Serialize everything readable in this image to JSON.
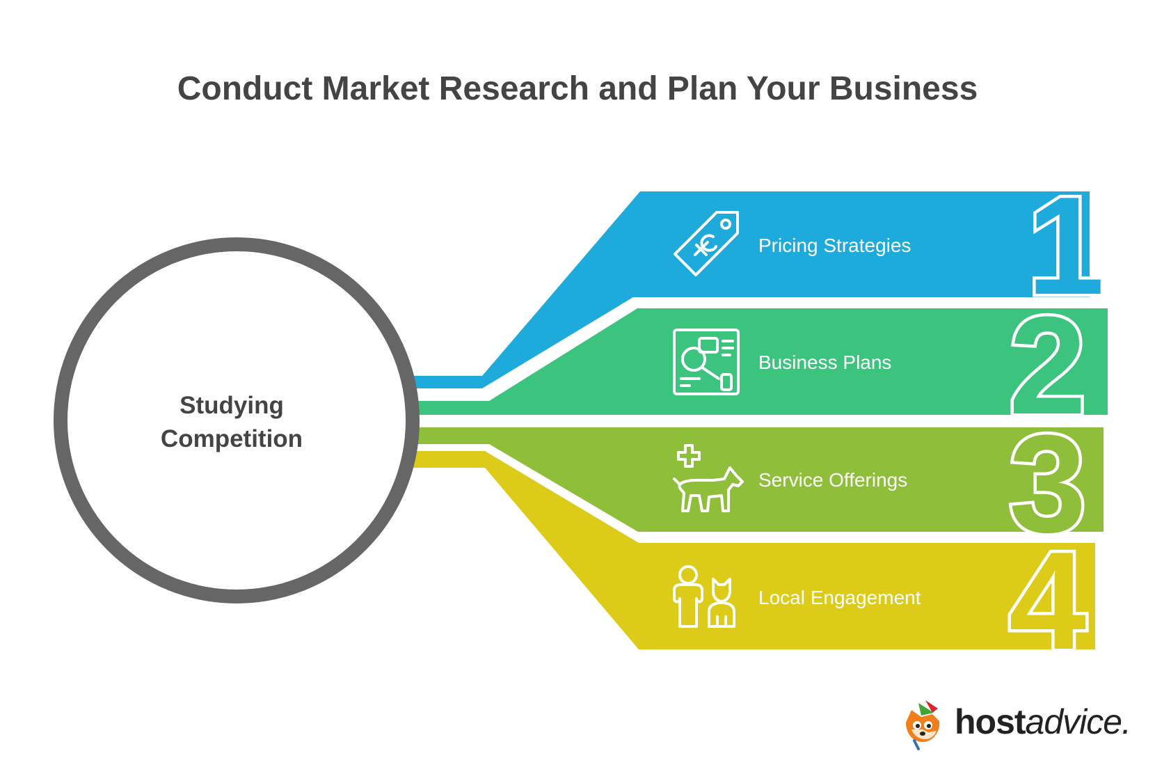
{
  "title": "Conduct Market Research and Plan Your Business",
  "hub": {
    "label_line1": "Studying",
    "label_line2": "Competition",
    "ring_color": "#666666"
  },
  "steps": [
    {
      "number": "1",
      "label": "Pricing Strategies",
      "icon": "price-tag-icon",
      "color": "#1FAADC"
    },
    {
      "number": "2",
      "label": "Business Plans",
      "icon": "business-plan-icon",
      "color": "#3CC47E"
    },
    {
      "number": "3",
      "label": "Service Offerings",
      "icon": "pet-care-icon",
      "color": "#8FBE3A"
    },
    {
      "number": "4",
      "label": "Local Engagement",
      "icon": "person-with-pet-icon",
      "color": "#DCCB18"
    }
  ],
  "logo": {
    "word_bold": "host",
    "word_light": "advice."
  }
}
